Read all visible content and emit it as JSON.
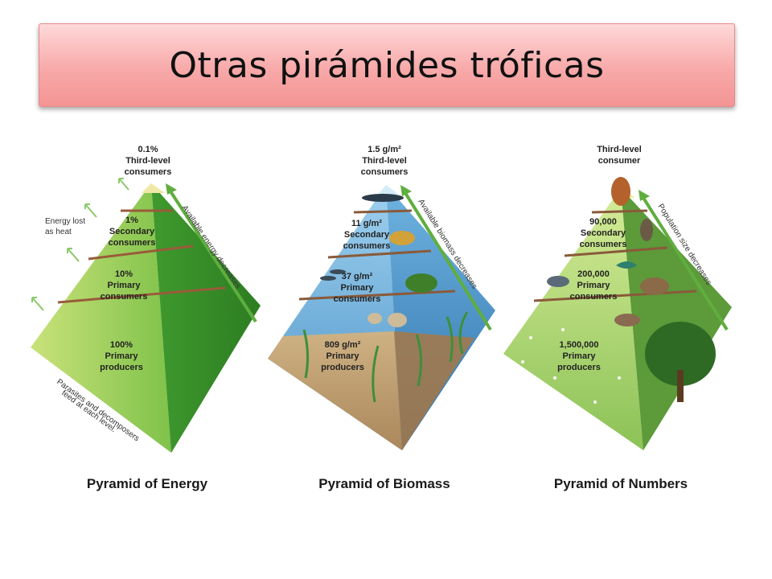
{
  "slide": {
    "title": "Otras pirámides tróficas"
  },
  "energy": {
    "caption": "Pyramid of Energy",
    "levels": [
      {
        "value": "0.1%",
        "label1": "Third-level",
        "label2": "consumers"
      },
      {
        "value": "1%",
        "label1": "Secondary",
        "label2": "consumers"
      },
      {
        "value": "10%",
        "label1": "Primary",
        "label2": "consumers"
      },
      {
        "value": "100%",
        "label1": "Primary",
        "label2": "producers"
      }
    ],
    "arrow_text": "Available energy decreases",
    "heat_line1": "Energy lost",
    "heat_line2": "as heat",
    "bottom_line1": "Parasites and decomposers",
    "bottom_line2": "feed at each level."
  },
  "biomass": {
    "caption": "Pyramid of Biomass",
    "levels": [
      {
        "value": "1.5 g/m²",
        "label1": "Third-level",
        "label2": "consumers"
      },
      {
        "value": "11 g/m²",
        "label1": "Secondary",
        "label2": "consumers"
      },
      {
        "value": "37 g/m²",
        "label1": "Primary",
        "label2": "consumers"
      },
      {
        "value": "809 g/m²",
        "label1": "Primary",
        "label2": "producers"
      }
    ],
    "arrow_text": "Available biomass decreases"
  },
  "numbers": {
    "caption": "Pyramid of Numbers",
    "levels": [
      {
        "value": "",
        "label1": "Third-level",
        "label2": "consumer"
      },
      {
        "value": "90,000",
        "label1": "Secondary",
        "label2": "consumers"
      },
      {
        "value": "200,000",
        "label1": "Primary",
        "label2": "consumers"
      },
      {
        "value": "1,500,000",
        "label1": "Primary",
        "label2": "producers"
      }
    ],
    "arrow_text": "Population size decreases"
  }
}
